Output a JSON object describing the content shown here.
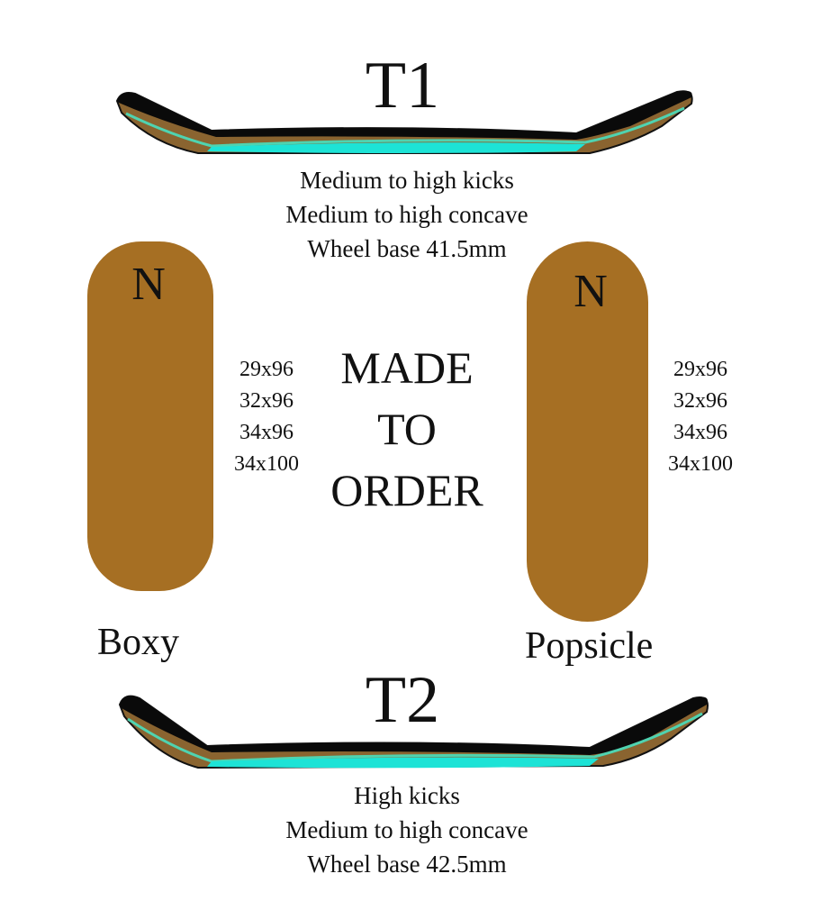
{
  "t1": {
    "title": "T1",
    "specs": [
      "Medium to high kicks",
      "Medium to high concave",
      "Wheel base 41.5mm"
    ]
  },
  "t2": {
    "title": "T2",
    "specs": [
      "High kicks",
      "Medium to high concave",
      "Wheel base 42.5mm"
    ]
  },
  "boxy": {
    "letter": "N",
    "label": "Boxy",
    "sizes": [
      "29x96",
      "32x96",
      "34x96",
      "34x100"
    ]
  },
  "popsicle": {
    "letter": "N",
    "label": "Popsicle",
    "sizes": [
      "29x96",
      "32x96",
      "34x96",
      "34x100"
    ]
  },
  "center_text": [
    "MADE",
    "TO",
    "ORDER"
  ],
  "colors": {
    "wood": "#a66f23",
    "teal": "#1de3d6",
    "black": "#0a0a0a",
    "brown": "#8a6430"
  }
}
